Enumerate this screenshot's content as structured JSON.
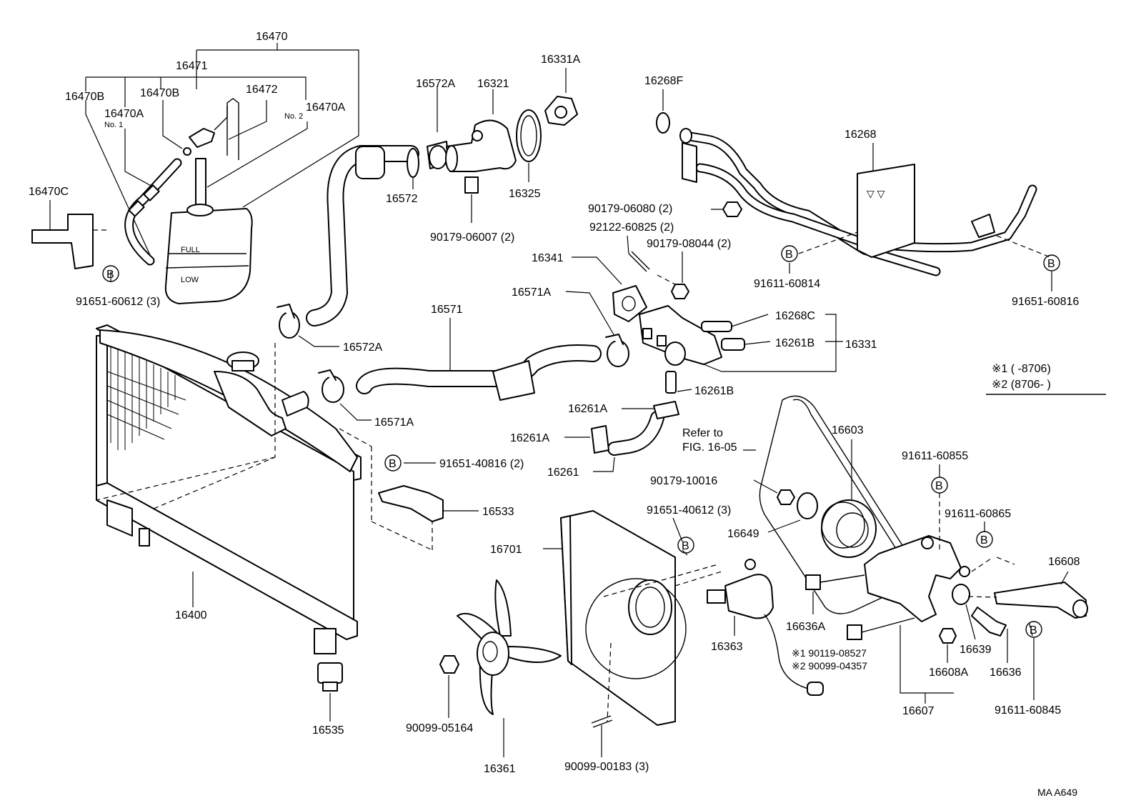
{
  "labels": {
    "p16470": "16470",
    "p16471": "16471",
    "p16472": "16472",
    "p16470B_a": "16470B",
    "p16470B_b": "16470B",
    "p16470A_a": "16470A",
    "no1": "No. 1",
    "p16470A_b": "16470A",
    "no2": "No. 2",
    "p16470C": "16470C",
    "p91651_60612": "91651-60612 (3)",
    "tank_full": "FULL",
    "tank_low": "LOW",
    "p16572A_top": "16572A",
    "p16321": "16321",
    "p16331A": "16331A",
    "p16572": "16572",
    "p16325": "16325",
    "p90179_06007": "90179-06007 (2)",
    "p16268F": "16268F",
    "p16268": "16268",
    "p90179_06080": "90179-06080 (2)",
    "p92122_60825": "92122-60825 (2)",
    "p90179_08044": "90179-08044 (2)",
    "p91611_60814": "91611-60814",
    "p91651_60816": "91651-60816",
    "p16341": "16341",
    "p16571A_top": "16571A",
    "p16571": "16571",
    "p16268C": "16268C",
    "p16261B_a": "16261B",
    "p16331": "16331",
    "p16572A_mid": "16572A",
    "p16571A_mid": "16571A",
    "p16261B_b": "16261B",
    "p16261A_a": "16261A",
    "p16261A_b": "16261A",
    "p16261": "16261",
    "refer1": "Refer to",
    "refer2": "FIG. 16-05",
    "note1": "※1 (       -8706)",
    "note2": "※2 (8706-       )",
    "p91651_40816": "91651-40816 (2)",
    "p16533": "16533",
    "p16603": "16603",
    "p91611_60855": "91611-60855",
    "p91611_60865": "91611-60865",
    "p90179_10016": "90179-10016",
    "p91651_40612": "91651-40612 (3)",
    "p16649": "16649",
    "p16701": "16701",
    "p16608": "16608",
    "p16400": "16400",
    "p16636A": "16636A",
    "p16363": "16363",
    "p16639": "16639",
    "alt1": "※1 90119-08527",
    "alt2": "※2 90099-04357",
    "p16608A": "16608A",
    "p16636": "16636",
    "p16535": "16535",
    "p90099_05164": "90099-05164",
    "p16607": "16607",
    "p91611_60845": "91611-60845",
    "p16361": "16361",
    "p90099_00183": "90099-00183 (3)",
    "figure_code": "MA  A649",
    "b": "B"
  }
}
